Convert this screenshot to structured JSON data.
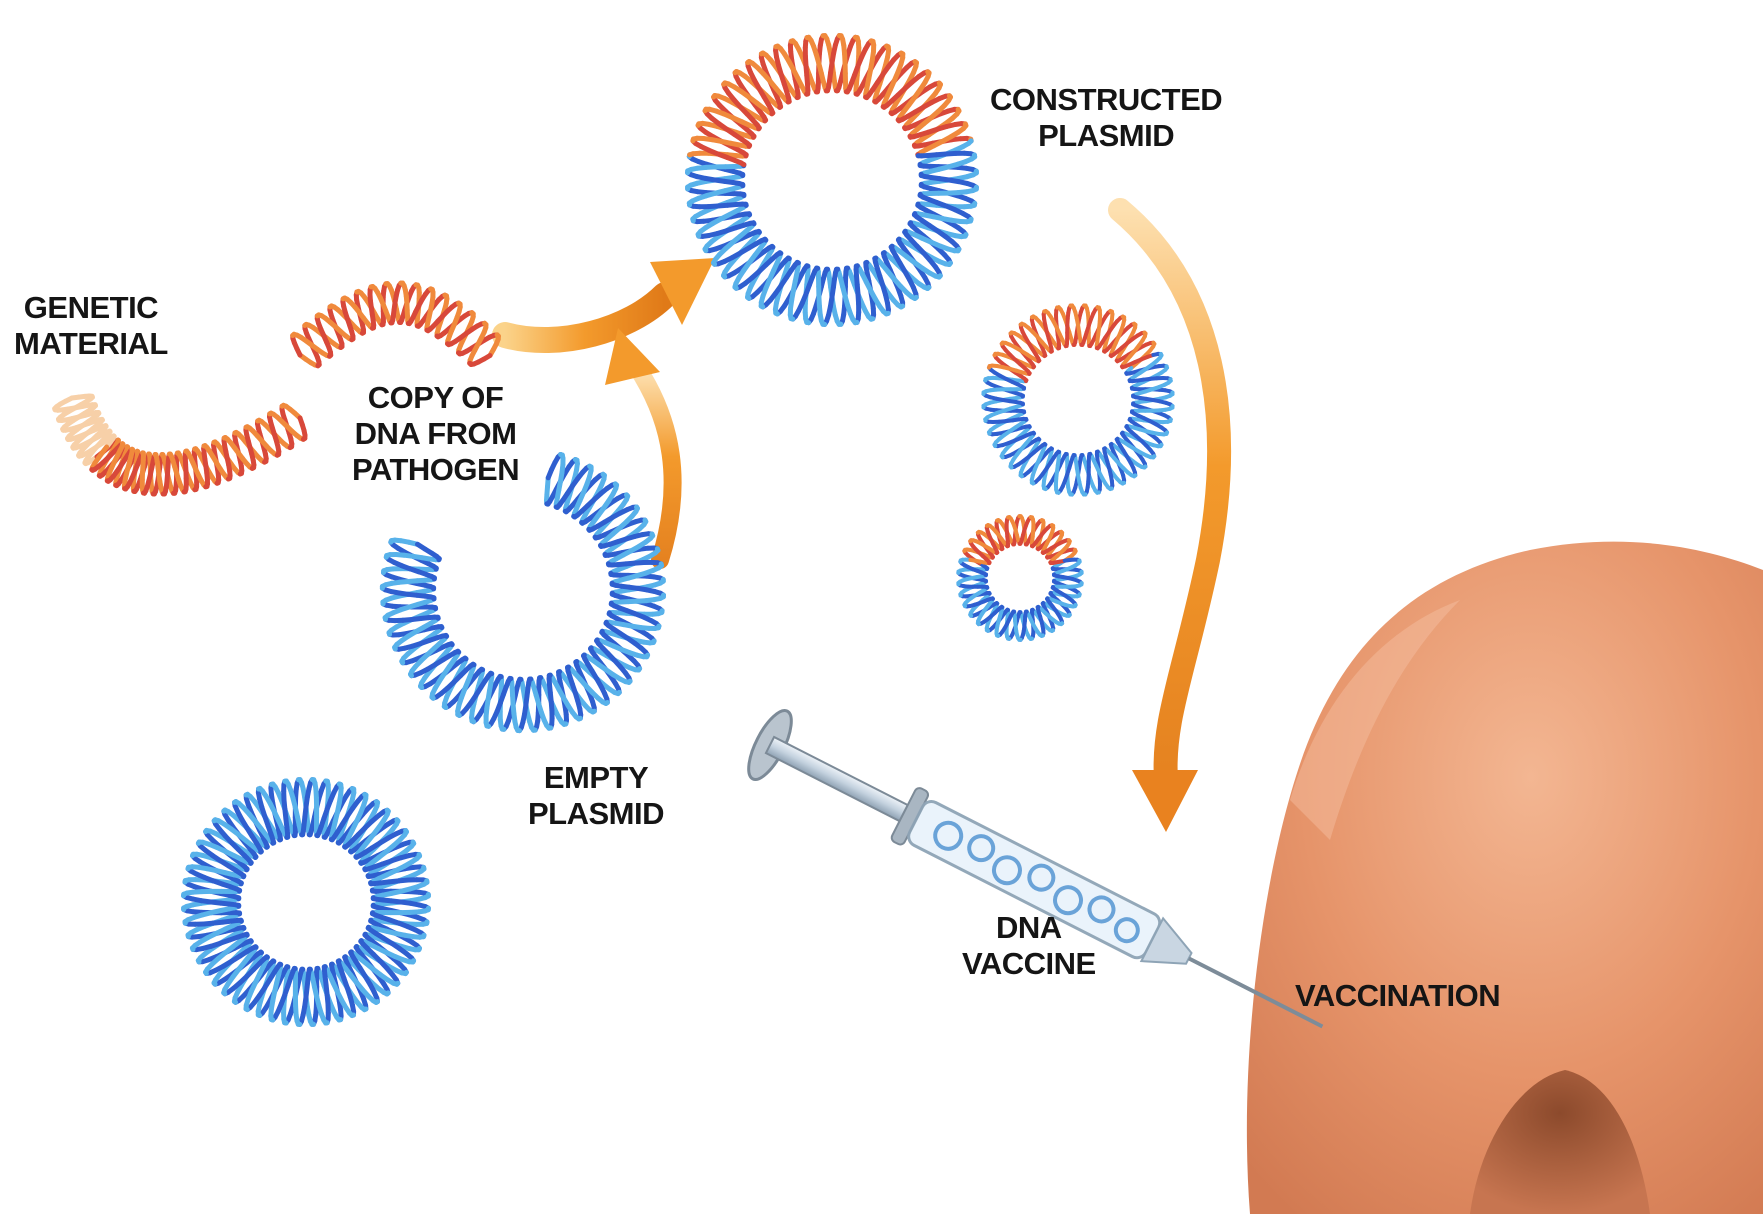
{
  "labels": {
    "genetic_material": [
      "GENETIC",
      "MATERIAL"
    ],
    "copy_of_dna": [
      "COPY OF",
      "DNA FROM",
      "PATHOGEN"
    ],
    "constructed_plasmid": [
      "CONSTRUCTED",
      "PLASMID"
    ],
    "empty_plasmid": [
      "EMPTY",
      "PLASMID"
    ],
    "dna_vaccine": [
      "DNA",
      "VACCINE"
    ],
    "vaccination": "VACCINATION"
  },
  "colors": {
    "dna_blue": "#2f5fcf",
    "dna_blue_light": "#58b2ea",
    "dna_orange": "#f08a3c",
    "dna_red": "#d8483a",
    "arrow_orange": "#f39a2c",
    "skin": "#e99a72",
    "skin_shadow": "#c86e4c",
    "syringe": "#aebdca"
  }
}
